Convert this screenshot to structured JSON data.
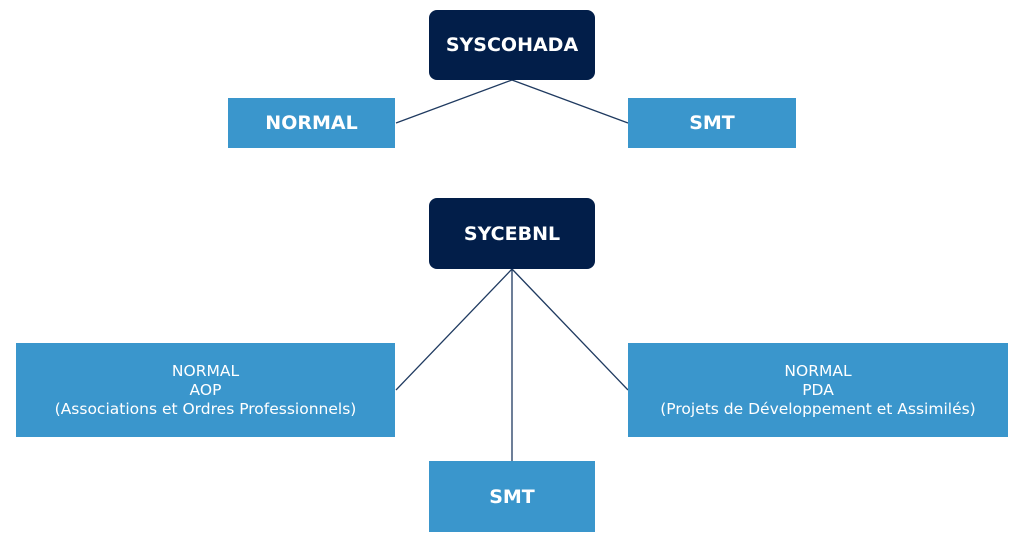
{
  "colors": {
    "dark": "#021e49",
    "light": "#3a96cc",
    "line": "#1f3a60"
  },
  "syscohada": {
    "title": "SYSCOHADA",
    "children": [
      "NORMAL",
      "SMT"
    ]
  },
  "sycebnl": {
    "title": "SYCEBNL",
    "left": {
      "line1": "NORMAL",
      "line2": "AOP",
      "line3": "(Associations et Ordres Professionnels)"
    },
    "right": {
      "line1": "NORMAL",
      "line2": "PDA",
      "line3": "(Projets de Développement et Assimilés)"
    },
    "bottom": "SMT"
  }
}
